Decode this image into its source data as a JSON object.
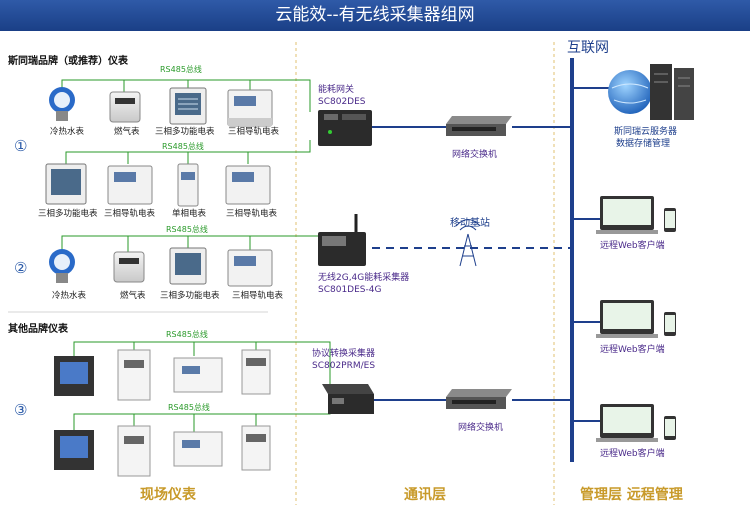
{
  "title": "云能效--有无线采集器组网",
  "colors": {
    "title_bg": "#1a3f86",
    "section_text": "#c89a2a",
    "bus_line": "#2a9a2a",
    "network_line": "#1e3f8c",
    "device_label": "#4a2a8a"
  },
  "left": {
    "brand_heading": "斯同瑞品牌（或推荐）仪表",
    "other_heading": "其他品牌仪表",
    "circle_1": "①",
    "circle_2": "②",
    "circle_3": "③",
    "bus_label": "RS485总线",
    "row1": [
      "冷热水表",
      "燃气表",
      "三相多功能电表",
      "三相导轨电表"
    ],
    "row2": [
      "三相多功能电表",
      "三相导轨电表",
      "单相电表",
      "三相导轨电表"
    ],
    "row3": [
      "冷热水表",
      "燃气表",
      "三相多功能电表",
      "三相导轨电表"
    ]
  },
  "middle": {
    "gateway_name": "能耗网关",
    "gateway_model": "SC802DES",
    "switch_label": "网络交换机",
    "base_station": "移动基站",
    "wireless_name": "无线2G,4G能耗采集器",
    "wireless_model": "SC801DES-4G",
    "protocol_name": "协议转换采集器",
    "protocol_model": "SC802PRM/ES"
  },
  "right": {
    "internet": "互联网",
    "server_line1": "斯同瑞云服务器",
    "server_line2": "数据存储管理",
    "client": "远程Web客户端"
  },
  "sections": {
    "field": "现场仪表",
    "comm": "通讯层",
    "mgmt": "管理层  远程管理"
  }
}
